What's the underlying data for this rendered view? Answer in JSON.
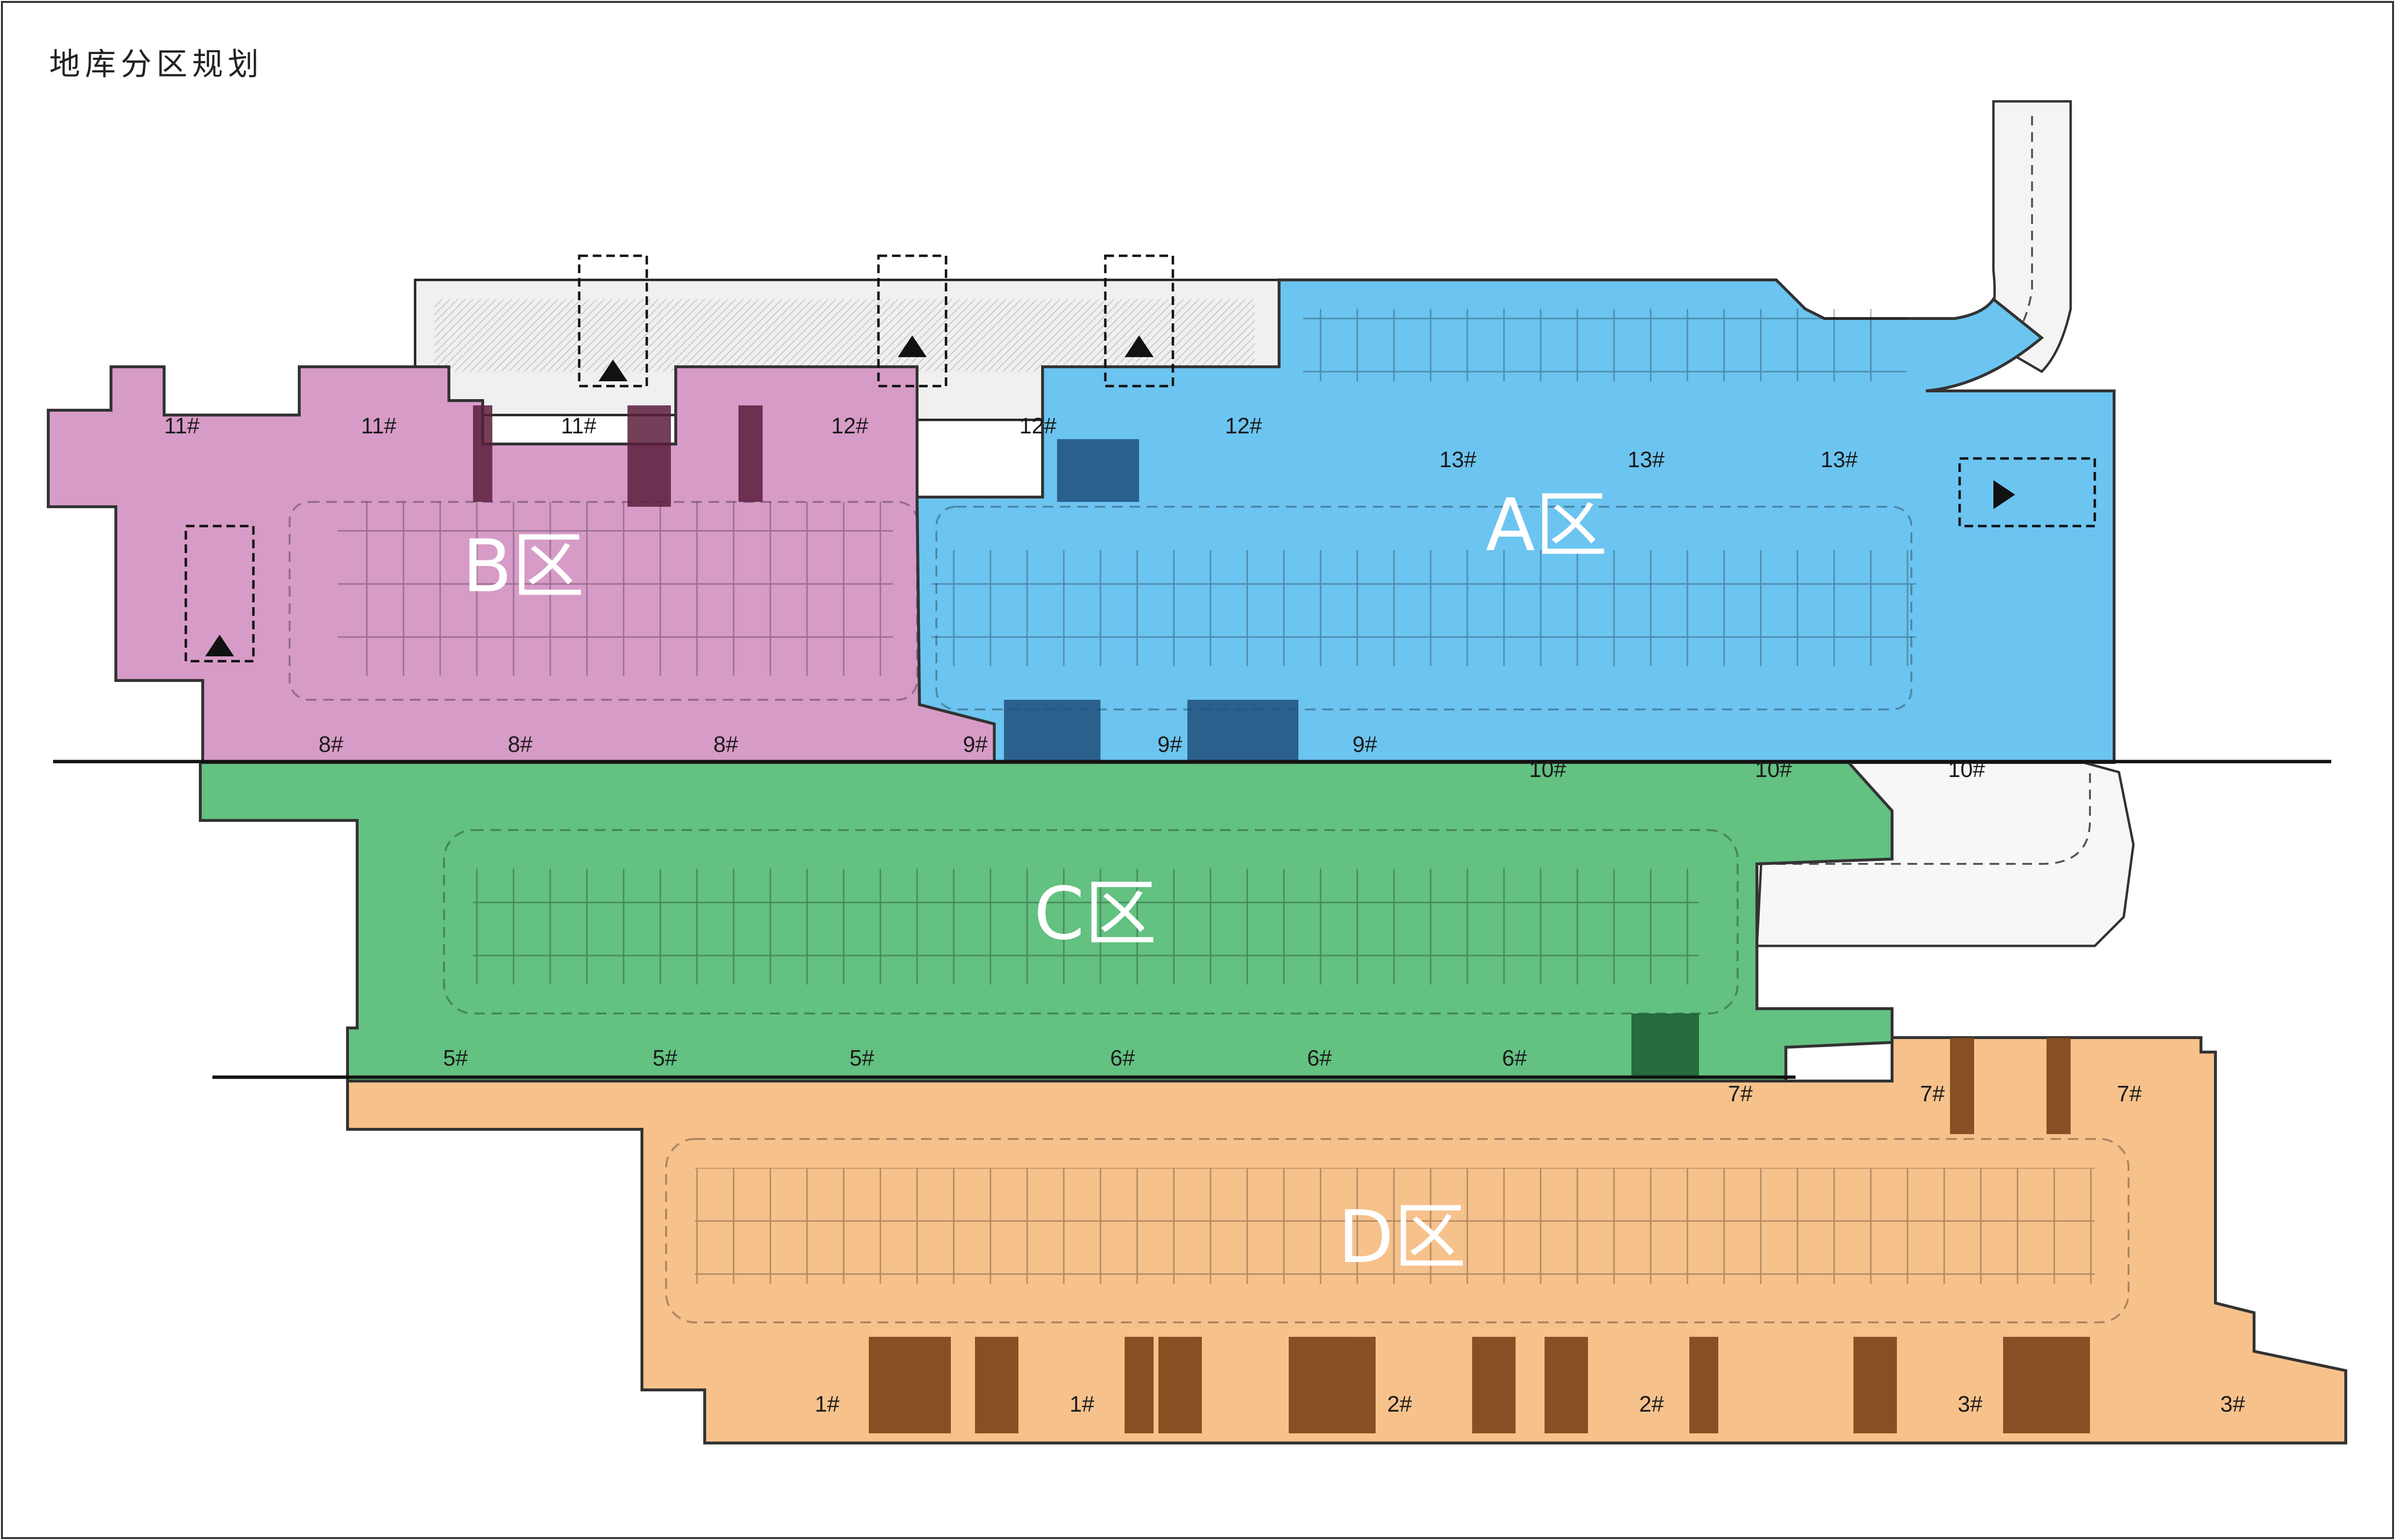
{
  "title": "地库分区规划",
  "colors": {
    "zone_a": "#6cc4f0",
    "zone_b": "#d79bc7",
    "zone_c": "#63c181",
    "zone_d": "#f6c18b",
    "ground_plan": "#f0f0f0",
    "boundary_line": "#111111"
  },
  "zones": [
    {
      "id": "a",
      "label": "A区"
    },
    {
      "id": "b",
      "label": "B区"
    },
    {
      "id": "c",
      "label": "C区"
    },
    {
      "id": "d",
      "label": "D区"
    }
  ],
  "buildings": {
    "b11_1": "11#",
    "b11_2": "11#",
    "b11_3": "11#",
    "b12_1": "12#",
    "b12_2": "12#",
    "b12_3": "12#",
    "b13_1": "13#",
    "b13_2": "13#",
    "b13_3": "13#",
    "b8_1": "8#",
    "b8_2": "8#",
    "b8_3": "8#",
    "b9_1": "9#",
    "b9_2": "9#",
    "b9_3": "9#",
    "b10_1": "10#",
    "b10_2": "10#",
    "b10_3": "10#",
    "b5_1": "5#",
    "b5_2": "5#",
    "b5_3": "5#",
    "b6_1": "6#",
    "b6_2": "6#",
    "b6_3": "6#",
    "b7_1": "7#",
    "b7_2": "7#",
    "b7_3": "7#",
    "b1_1": "1#",
    "b1_2": "1#",
    "b2_1": "2#",
    "b2_2": "2#",
    "b3_1": "3#",
    "b3_2": "3#"
  },
  "icons": {
    "entrance_marker": "triangle-icon",
    "core_outline": "dashed-rectangle"
  }
}
